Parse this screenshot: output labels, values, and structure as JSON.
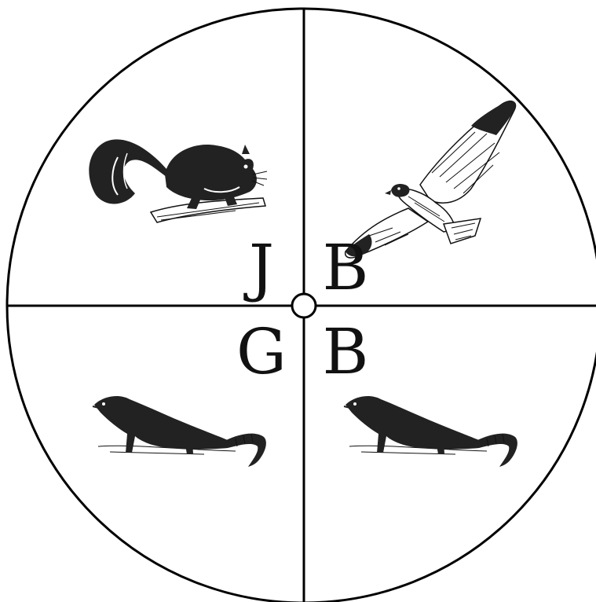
{
  "spinner": {
    "quadrants": [
      {
        "position": "top-left",
        "letter": "J",
        "animal_icon": "squirrel-icon"
      },
      {
        "position": "top-right",
        "letter": "B",
        "animal_icon": "hawk-icon"
      },
      {
        "position": "bottom-left",
        "letter": "G",
        "animal_icon": "mongoose-icon"
      },
      {
        "position": "bottom-right",
        "letter": "B",
        "animal_icon": "mongoose-icon"
      }
    ]
  }
}
